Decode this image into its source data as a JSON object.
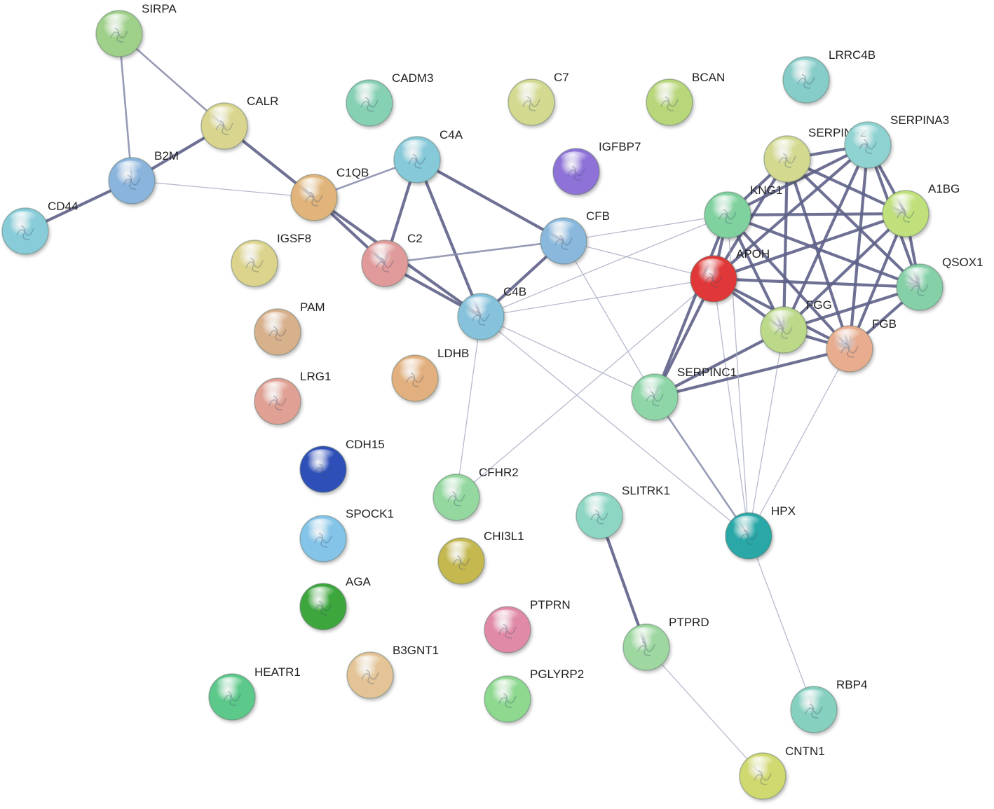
{
  "network": {
    "type": "protein-interaction-network",
    "nodes": [
      {
        "id": "SIRPA",
        "label": "SIRPA",
        "color": "#9fd08a"
      },
      {
        "id": "CALR",
        "label": "CALR",
        "color": "#d9d58e"
      },
      {
        "id": "B2M",
        "label": "B2M",
        "color": "#8ab4dc"
      },
      {
        "id": "CD44",
        "label": "CD44",
        "color": "#87ccd8"
      },
      {
        "id": "CADM3",
        "label": "CADM3",
        "color": "#86d0b4"
      },
      {
        "id": "C7",
        "label": "C7",
        "color": "#d3d98f"
      },
      {
        "id": "BCAN",
        "label": "BCAN",
        "color": "#b8d67a"
      },
      {
        "id": "LRRC4B",
        "label": "LRRC4B",
        "color": "#86ccc8"
      },
      {
        "id": "C4A",
        "label": "C4A",
        "color": "#86c9d8"
      },
      {
        "id": "IGFBP7",
        "label": "IGFBP7",
        "color": "#8e72d8"
      },
      {
        "id": "C1QB",
        "label": "C1QB",
        "color": "#e0b47a"
      },
      {
        "id": "SERPINF2",
        "label": "SERPINF2",
        "color": "#d3d98f"
      },
      {
        "id": "SERPINA3",
        "label": "SERPINA3",
        "color": "#8fd2d2"
      },
      {
        "id": "KNG1",
        "label": "KNG1",
        "color": "#7fd19e"
      },
      {
        "id": "A1BG",
        "label": "A1BG",
        "color": "#bfe07a"
      },
      {
        "id": "IGSF8",
        "label": "IGSF8",
        "color": "#dcd38c"
      },
      {
        "id": "C2",
        "label": "C2",
        "color": "#e09a9a"
      },
      {
        "id": "CFB",
        "label": "CFB",
        "color": "#8ab8dc"
      },
      {
        "id": "APOH",
        "label": "APOH",
        "color": "#e03838"
      },
      {
        "id": "QSOX1",
        "label": "QSOX1",
        "color": "#86d0a8"
      },
      {
        "id": "PAM",
        "label": "PAM",
        "color": "#d7b08c"
      },
      {
        "id": "C4B",
        "label": "C4B",
        "color": "#86c2dc"
      },
      {
        "id": "FGG",
        "label": "FGG",
        "color": "#bcd98a"
      },
      {
        "id": "FGB",
        "label": "FGB",
        "color": "#e8ac8e"
      },
      {
        "id": "LDHB",
        "label": "LDHB",
        "color": "#e2b07e"
      },
      {
        "id": "LRG1",
        "label": "LRG1",
        "color": "#e0a094"
      },
      {
        "id": "SERPINC1",
        "label": "SERPINC1",
        "color": "#8ed6a8"
      },
      {
        "id": "CDH15",
        "label": "CDH15",
        "color": "#2e4fb8"
      },
      {
        "id": "CFHR2",
        "label": "CFHR2",
        "color": "#94d8a0"
      },
      {
        "id": "SLITRK1",
        "label": "SLITRK1",
        "color": "#8ed6c4"
      },
      {
        "id": "HPX",
        "label": "HPX",
        "color": "#2aa8a8"
      },
      {
        "id": "SPOCK1",
        "label": "SPOCK1",
        "color": "#84c4e8"
      },
      {
        "id": "CHI3L1",
        "label": "CHI3L1",
        "color": "#c4b850"
      },
      {
        "id": "AGA",
        "label": "AGA",
        "color": "#3ea63e"
      },
      {
        "id": "PTPRN",
        "label": "PTPRN",
        "color": "#e08aa8"
      },
      {
        "id": "PTPRD",
        "label": "PTPRD",
        "color": "#9ed8a0"
      },
      {
        "id": "B3GNT1",
        "label": "B3GNT1",
        "color": "#e4c496"
      },
      {
        "id": "HEATR1",
        "label": "HEATR1",
        "color": "#5cc88a"
      },
      {
        "id": "PGLYRP2",
        "label": "PGLYRP2",
        "color": "#8ed890"
      },
      {
        "id": "RBP4",
        "label": "RBP4",
        "color": "#86d0c0"
      },
      {
        "id": "CNTN1",
        "label": "CNTN1",
        "color": "#d0d870"
      }
    ],
    "edges": [
      {
        "source": "SIRPA",
        "target": "B2M",
        "weight": 2
      },
      {
        "source": "SIRPA",
        "target": "CALR",
        "weight": 2
      },
      {
        "source": "CALR",
        "target": "B2M",
        "weight": 3
      },
      {
        "source": "CALR",
        "target": "C1QB",
        "weight": 3
      },
      {
        "source": "B2M",
        "target": "CD44",
        "weight": 3
      },
      {
        "source": "B2M",
        "target": "C1QB",
        "weight": 1
      },
      {
        "source": "C1QB",
        "target": "C4A",
        "weight": 2
      },
      {
        "source": "C1QB",
        "target": "C2",
        "weight": 3
      },
      {
        "source": "C1QB",
        "target": "C4B",
        "weight": 3
      },
      {
        "source": "C4A",
        "target": "C2",
        "weight": 3
      },
      {
        "source": "C4A",
        "target": "C4B",
        "weight": 3
      },
      {
        "source": "C4A",
        "target": "CFB",
        "weight": 3
      },
      {
        "source": "C2",
        "target": "CFB",
        "weight": 2
      },
      {
        "source": "C2",
        "target": "C4B",
        "weight": 3
      },
      {
        "source": "CFB",
        "target": "C4B",
        "weight": 3
      },
      {
        "source": "CFB",
        "target": "KNG1",
        "weight": 1
      },
      {
        "source": "CFB",
        "target": "APOH",
        "weight": 1
      },
      {
        "source": "CFB",
        "target": "SERPINC1",
        "weight": 1
      },
      {
        "source": "C4B",
        "target": "APOH",
        "weight": 1
      },
      {
        "source": "C4B",
        "target": "SERPINC1",
        "weight": 1
      },
      {
        "source": "C4B",
        "target": "KNG1",
        "weight": 1
      },
      {
        "source": "C4B",
        "target": "CFHR2",
        "weight": 1
      },
      {
        "source": "C4B",
        "target": "HPX",
        "weight": 1
      },
      {
        "source": "CFHR2",
        "target": "APOH",
        "weight": 1
      },
      {
        "source": "SERPINF2",
        "target": "SERPINA3",
        "weight": 3
      },
      {
        "source": "SERPINF2",
        "target": "KNG1",
        "weight": 3
      },
      {
        "source": "SERPINF2",
        "target": "A1BG",
        "weight": 3
      },
      {
        "source": "SERPINF2",
        "target": "APOH",
        "weight": 3
      },
      {
        "source": "SERPINF2",
        "target": "QSOX1",
        "weight": 3
      },
      {
        "source": "SERPINF2",
        "target": "FGG",
        "weight": 3
      },
      {
        "source": "SERPINF2",
        "target": "FGB",
        "weight": 3
      },
      {
        "source": "SERPINA3",
        "target": "KNG1",
        "weight": 3
      },
      {
        "source": "SERPINA3",
        "target": "A1BG",
        "weight": 3
      },
      {
        "source": "SERPINA3",
        "target": "APOH",
        "weight": 3
      },
      {
        "source": "SERPINA3",
        "target": "QSOX1",
        "weight": 3
      },
      {
        "source": "SERPINA3",
        "target": "FGG",
        "weight": 3
      },
      {
        "source": "SERPINA3",
        "target": "FGB",
        "weight": 3
      },
      {
        "source": "KNG1",
        "target": "A1BG",
        "weight": 3
      },
      {
        "source": "KNG1",
        "target": "APOH",
        "weight": 3
      },
      {
        "source": "KNG1",
        "target": "QSOX1",
        "weight": 3
      },
      {
        "source": "KNG1",
        "target": "FGG",
        "weight": 3
      },
      {
        "source": "KNG1",
        "target": "FGB",
        "weight": 3
      },
      {
        "source": "KNG1",
        "target": "SERPINC1",
        "weight": 3
      },
      {
        "source": "A1BG",
        "target": "APOH",
        "weight": 3
      },
      {
        "source": "A1BG",
        "target": "QSOX1",
        "weight": 3
      },
      {
        "source": "A1BG",
        "target": "FGG",
        "weight": 3
      },
      {
        "source": "A1BG",
        "target": "FGB",
        "weight": 3
      },
      {
        "source": "APOH",
        "target": "QSOX1",
        "weight": 3
      },
      {
        "source": "APOH",
        "target": "FGG",
        "weight": 3
      },
      {
        "source": "APOH",
        "target": "FGB",
        "weight": 3
      },
      {
        "source": "APOH",
        "target": "SERPINC1",
        "weight": 3
      },
      {
        "source": "APOH",
        "target": "HPX",
        "weight": 1
      },
      {
        "source": "QSOX1",
        "target": "FGG",
        "weight": 3
      },
      {
        "source": "QSOX1",
        "target": "FGB",
        "weight": 3
      },
      {
        "source": "FGG",
        "target": "FGB",
        "weight": 3
      },
      {
        "source": "FGG",
        "target": "SERPINC1",
        "weight": 3
      },
      {
        "source": "FGG",
        "target": "HPX",
        "weight": 1
      },
      {
        "source": "FGB",
        "target": "SERPINC1",
        "weight": 3
      },
      {
        "source": "FGB",
        "target": "HPX",
        "weight": 1
      },
      {
        "source": "SERPINC1",
        "target": "HPX",
        "weight": 2
      },
      {
        "source": "KNG1",
        "target": "HPX",
        "weight": 1
      },
      {
        "source": "SLITRK1",
        "target": "PTPRD",
        "weight": 3
      },
      {
        "source": "PTPRD",
        "target": "CNTN1",
        "weight": 1
      },
      {
        "source": "HPX",
        "target": "RBP4",
        "weight": 1
      }
    ]
  }
}
